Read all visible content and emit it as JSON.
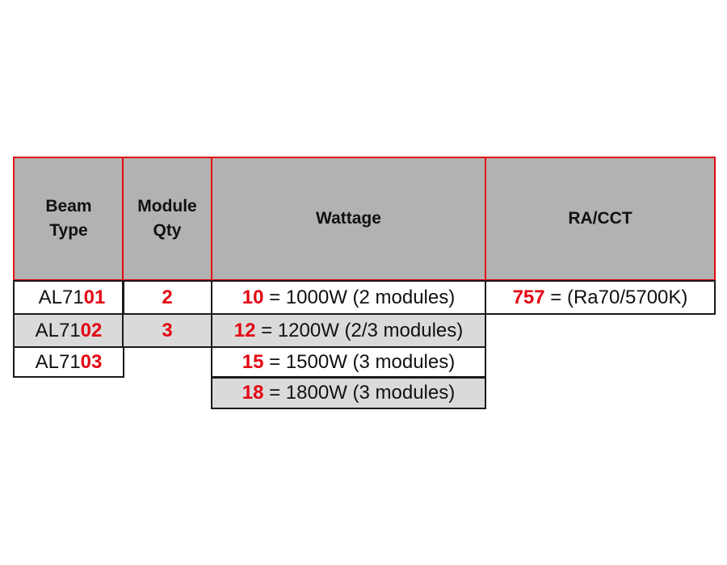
{
  "headers": {
    "beam_type": "Beam\nType",
    "module_qty": "Module\nQty",
    "wattage": "Wattage",
    "ra_cct": "RA/CCT"
  },
  "beam_types": [
    {
      "prefix": "AL71",
      "code": "01"
    },
    {
      "prefix": "AL71",
      "code": "02"
    },
    {
      "prefix": "AL71",
      "code": "03"
    }
  ],
  "module_qty": [
    "2",
    "3"
  ],
  "wattage": [
    {
      "code": "10",
      "desc": " = 1000W (2 modules)"
    },
    {
      "code": "12",
      "desc": " = 1200W (2/3 modules)"
    },
    {
      "code": "15",
      "desc": " = 1500W (3 modules)"
    },
    {
      "code": "18",
      "desc": " = 1800W (3 modules)"
    }
  ],
  "ra_cct": [
    {
      "code": "757",
      "desc": " = (Ra70/5700K)"
    }
  ],
  "colors": {
    "accent": "#e30613",
    "header_bg": "#b2b2b2",
    "alt_row_bg": "#dadada"
  }
}
